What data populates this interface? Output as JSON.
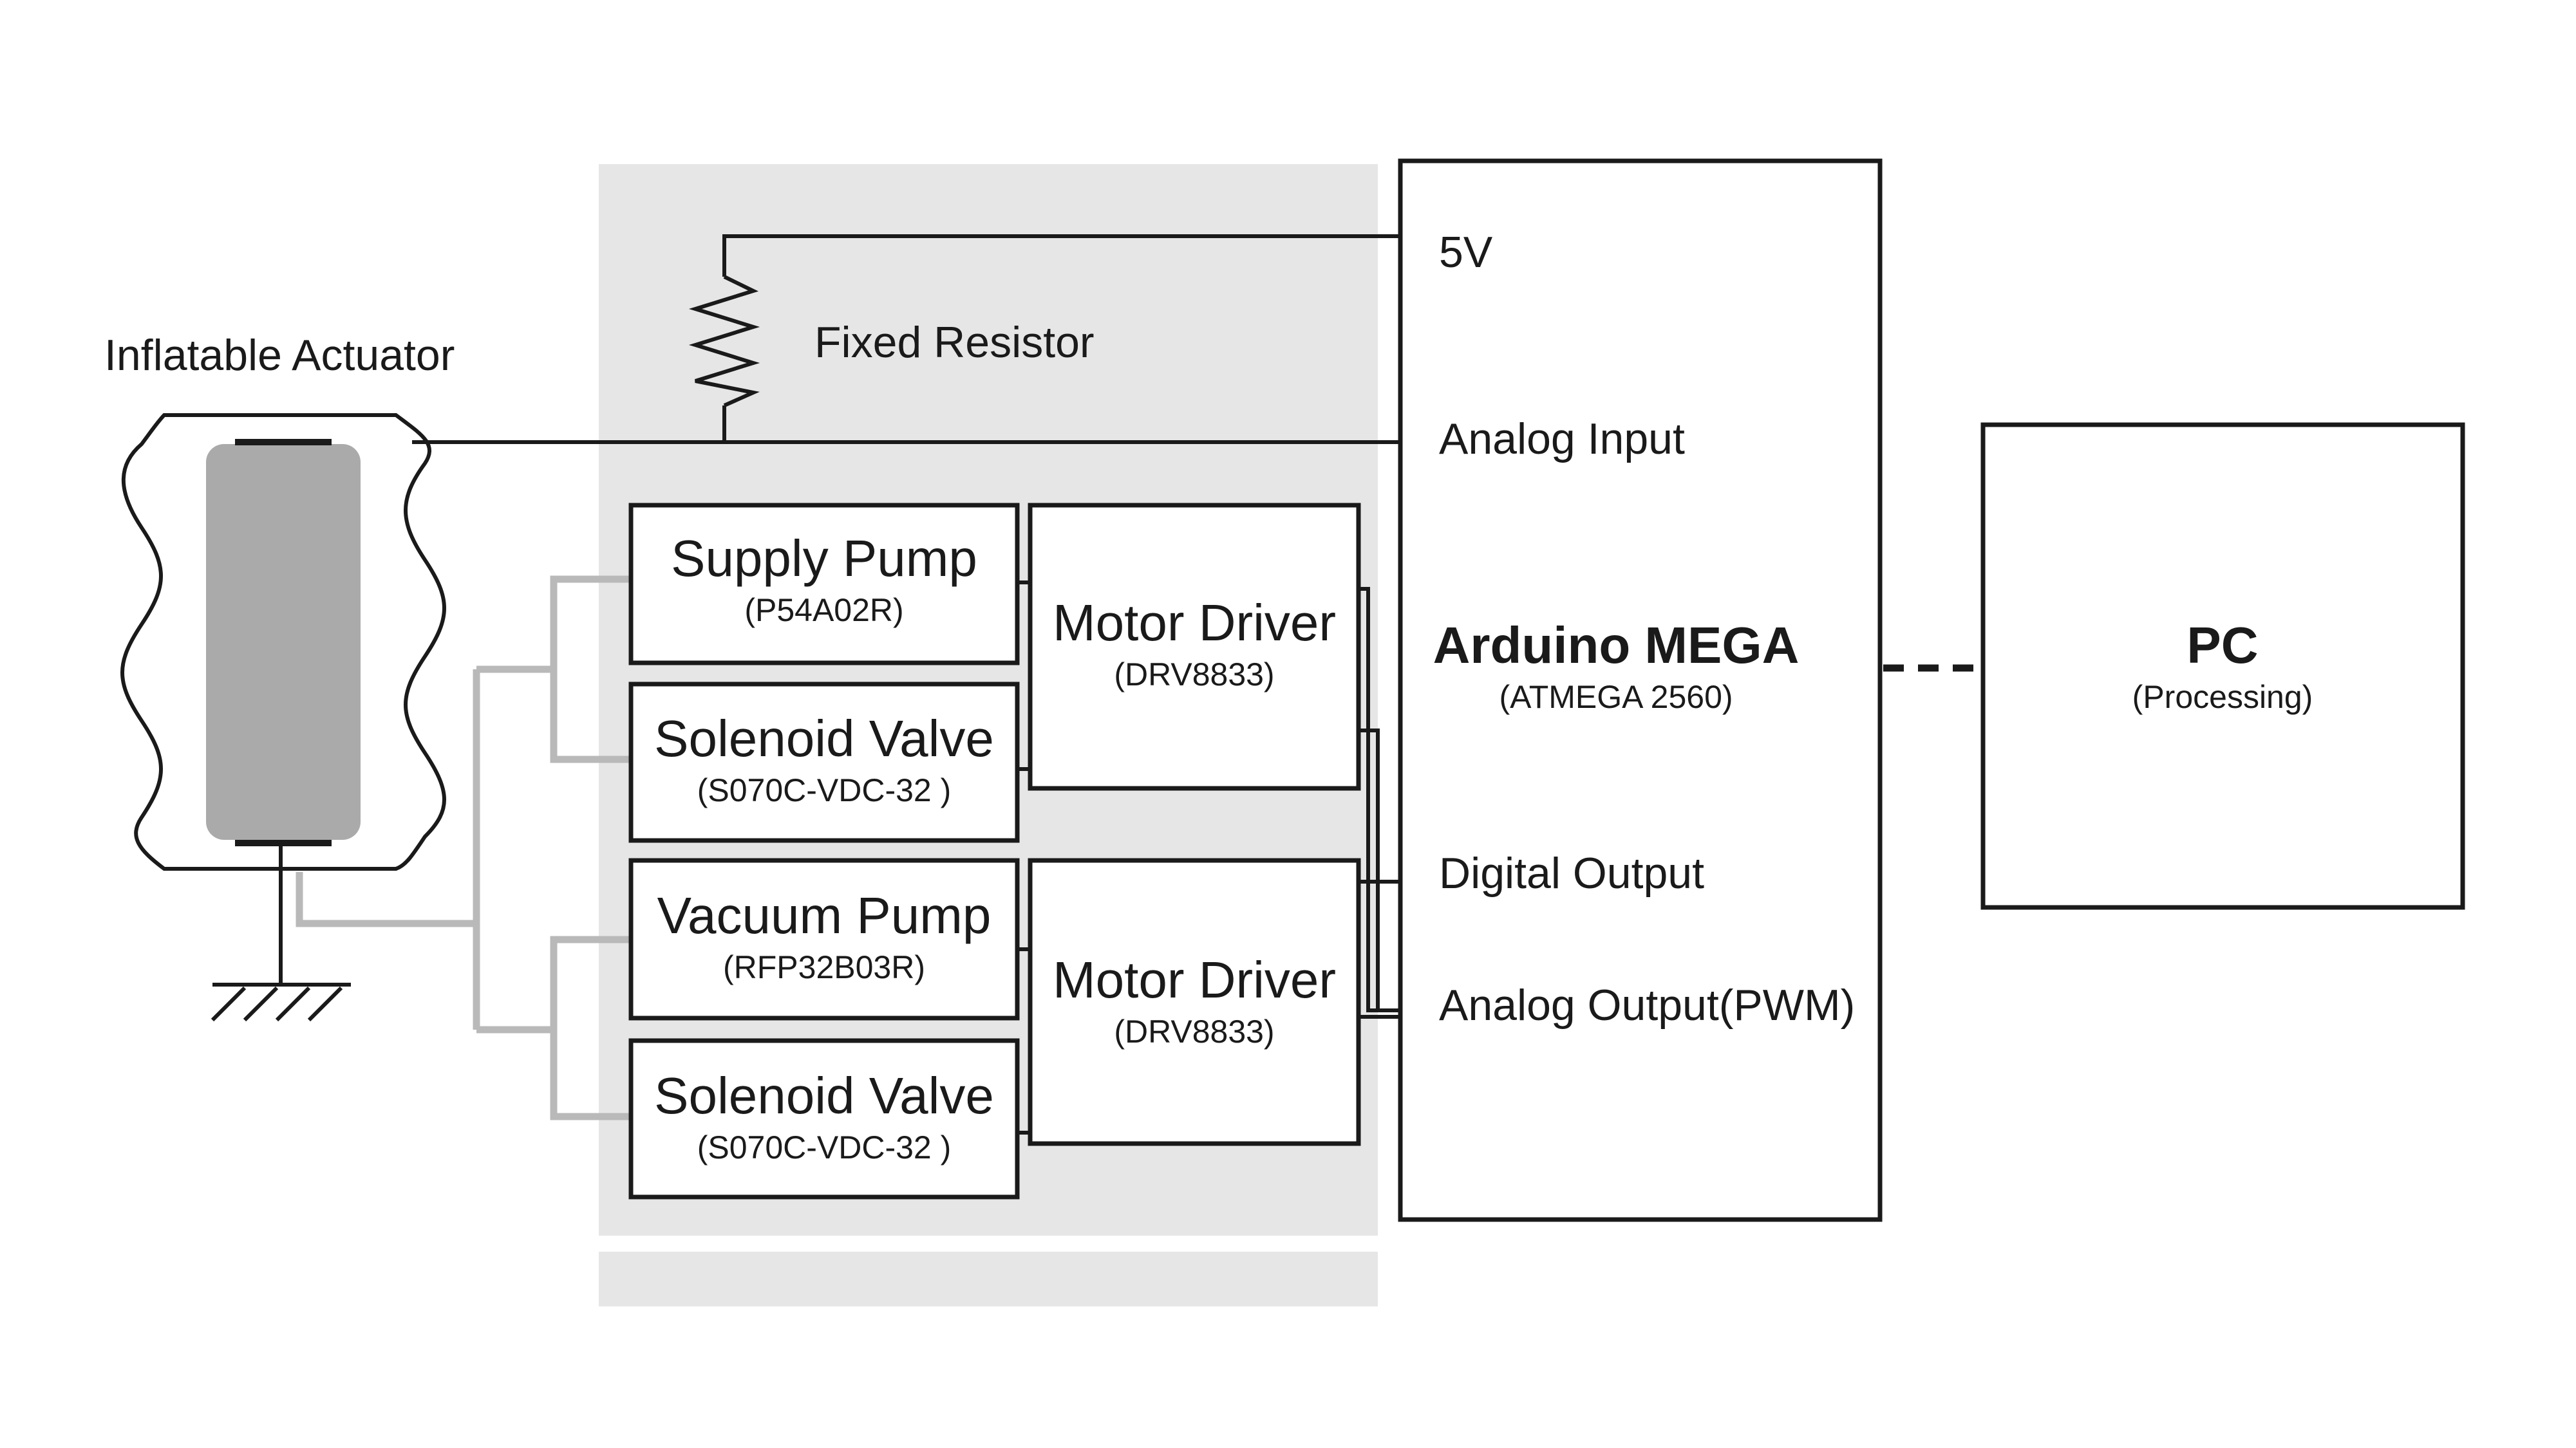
{
  "actuator": {
    "label": "Inflatable Actuator"
  },
  "resistor": {
    "label": "Fixed Resistor"
  },
  "modules": {
    "supply_pump": {
      "name": "Supply Pump",
      "part": "(P54A02R)"
    },
    "solenoid_valve_1": {
      "name": "Solenoid Valve",
      "part": "(S070C-VDC-32 )"
    },
    "vacuum_pump": {
      "name": "Vacuum Pump",
      "part": "(RFP32B03R)"
    },
    "solenoid_valve_2": {
      "name": "Solenoid Valve",
      "part": "(S070C-VDC-32 )"
    },
    "motor_driver_1": {
      "name": "Motor Driver",
      "part": "(DRV8833)"
    },
    "motor_driver_2": {
      "name": "Motor Driver",
      "part": "(DRV8833)"
    }
  },
  "arduino": {
    "name": "Arduino MEGA",
    "chip": "(ATMEGA 2560)",
    "pins": {
      "v5": "5V",
      "analog_input": "Analog Input",
      "digital_output": "Digital Output",
      "analog_output": "Analog Output(PWM)"
    }
  },
  "pc": {
    "name": "PC",
    "software": "(Processing)"
  },
  "colors": {
    "panel": "#e6e6e6",
    "line": "#1a1a1a",
    "tube": "#b9b9b9",
    "chamber": "#aaaaaa"
  }
}
